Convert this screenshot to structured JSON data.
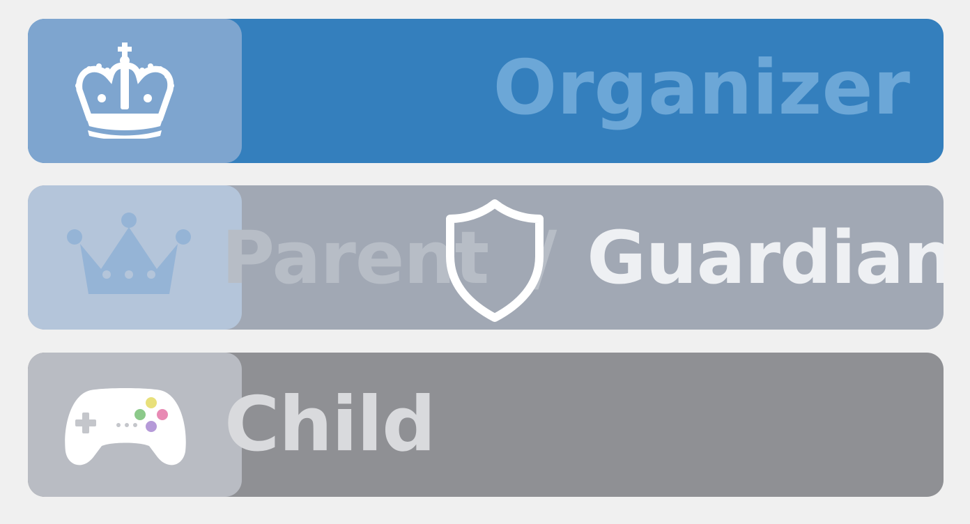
{
  "roles": [
    {
      "id": "organizer",
      "label": "Organizer",
      "icon": "crown-icon",
      "color": "#347fbd"
    },
    {
      "id": "parent",
      "label_faded": "Parent",
      "label_slash": "/",
      "label_bright": "Guardian",
      "icon": "crown-icon",
      "overlay_icon": "shield-icon",
      "color": "#a1a8b4"
    },
    {
      "id": "child",
      "label": "Child",
      "icon": "gamepad-icon",
      "color": "#8f9094"
    }
  ]
}
